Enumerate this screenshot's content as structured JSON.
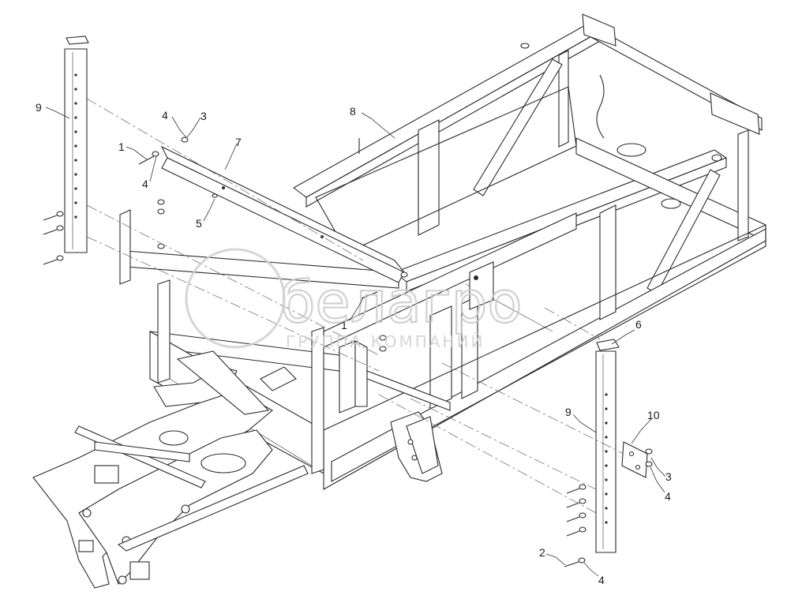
{
  "callouts": [
    {
      "label": "9"
    },
    {
      "label": "4"
    },
    {
      "label": "3"
    },
    {
      "label": "1"
    },
    {
      "label": "4"
    },
    {
      "label": "7"
    },
    {
      "label": "5"
    },
    {
      "label": "8"
    },
    {
      "label": "1"
    },
    {
      "label": "6"
    },
    {
      "label": "9"
    },
    {
      "label": "10"
    },
    {
      "label": "3"
    },
    {
      "label": "4"
    },
    {
      "label": "2"
    },
    {
      "label": "4"
    }
  ],
  "watermark": {
    "brand": "белагро",
    "tagline": "ГРУППА КОМПАНИЙ"
  }
}
